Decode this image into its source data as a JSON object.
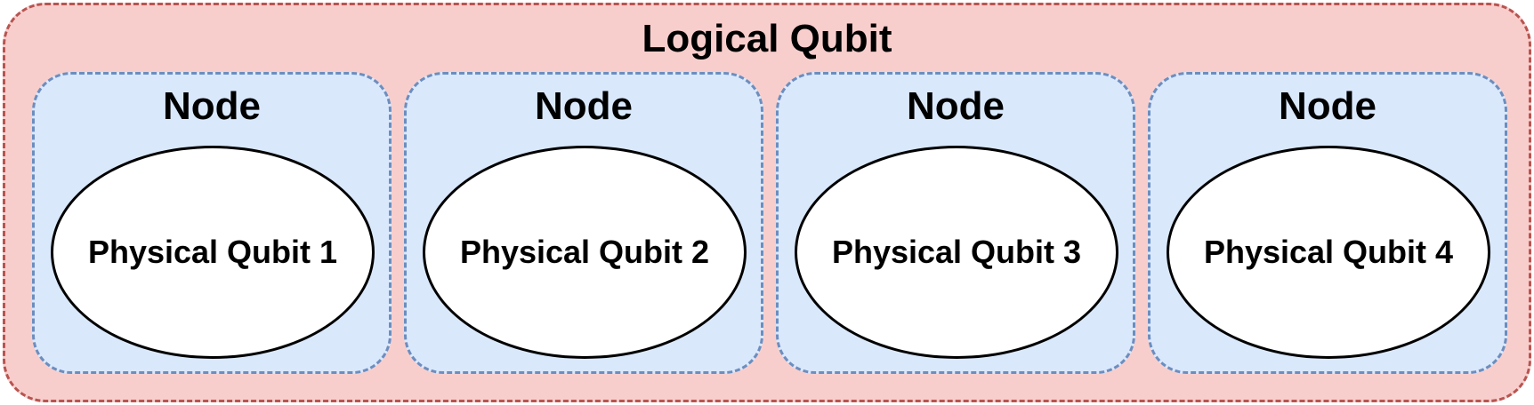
{
  "diagram": {
    "container": {
      "label": "Logical Qubit",
      "fill": "#f8cecc",
      "stroke": "#b85450"
    },
    "nodes": [
      {
        "label": "Node",
        "qubit_label": "Physical Qubit 1"
      },
      {
        "label": "Node",
        "qubit_label": "Physical Qubit 2"
      },
      {
        "label": "Node",
        "qubit_label": "Physical Qubit 3"
      },
      {
        "label": "Node",
        "qubit_label": "Physical Qubit 4"
      }
    ],
    "node_fill": "#dae8fc",
    "node_stroke": "#6c8ebf",
    "qubit_fill": "#ffffff",
    "qubit_stroke": "#000000"
  }
}
